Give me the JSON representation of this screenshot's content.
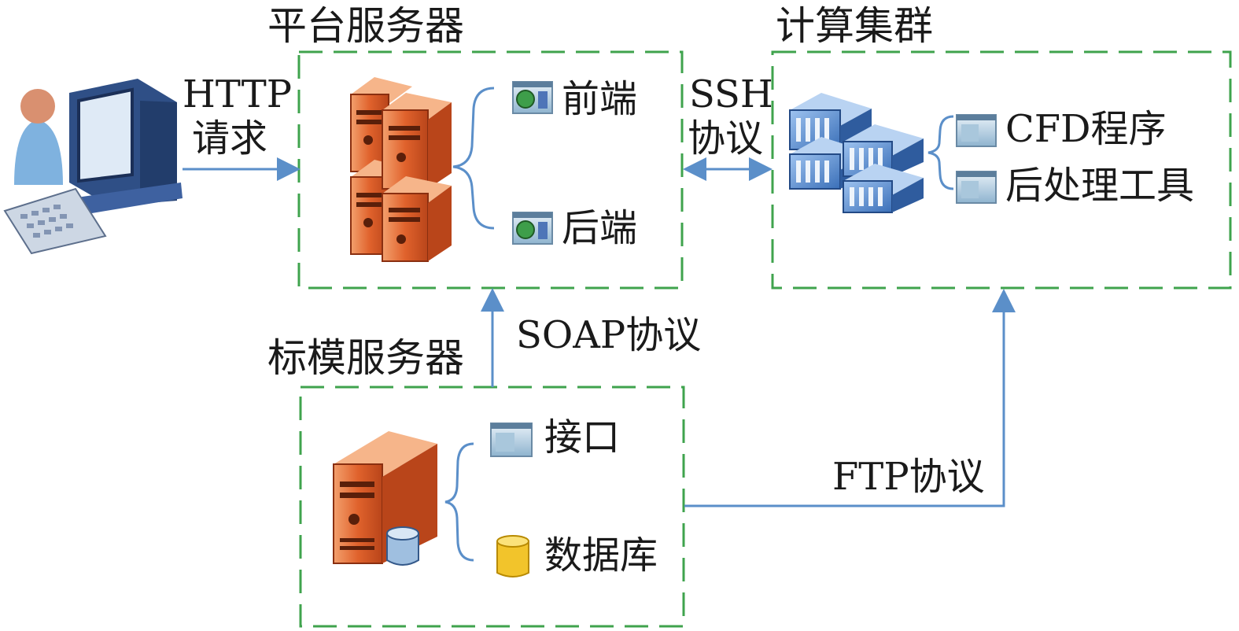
{
  "groups": {
    "platform_server": {
      "title": "平台服务器",
      "items": [
        "前端",
        "后端"
      ]
    },
    "compute_cluster": {
      "title": "计算集群",
      "items": [
        "CFD程序",
        "后处理工具"
      ]
    },
    "benchmark_server": {
      "title": "标模服务器",
      "items": [
        "接口",
        "数据库"
      ]
    }
  },
  "protocols": {
    "http": [
      "HTTP",
      "请求"
    ],
    "ssh": [
      "SSH",
      "协议"
    ],
    "soap": "SOAP协议",
    "ftp": "FTP协议"
  },
  "colors": {
    "box_border": "#3fa34d",
    "arrow": "#5b8fc9",
    "server_orange": "#e0622c",
    "cluster_blue": "#4a7fc8"
  },
  "icons": {
    "user": "user-workstation-icon",
    "platform": "server-rack-icon",
    "cluster": "compute-cluster-icon",
    "benchmark": "database-server-icon",
    "app_window": "app-window-icon",
    "database": "database-icon"
  }
}
